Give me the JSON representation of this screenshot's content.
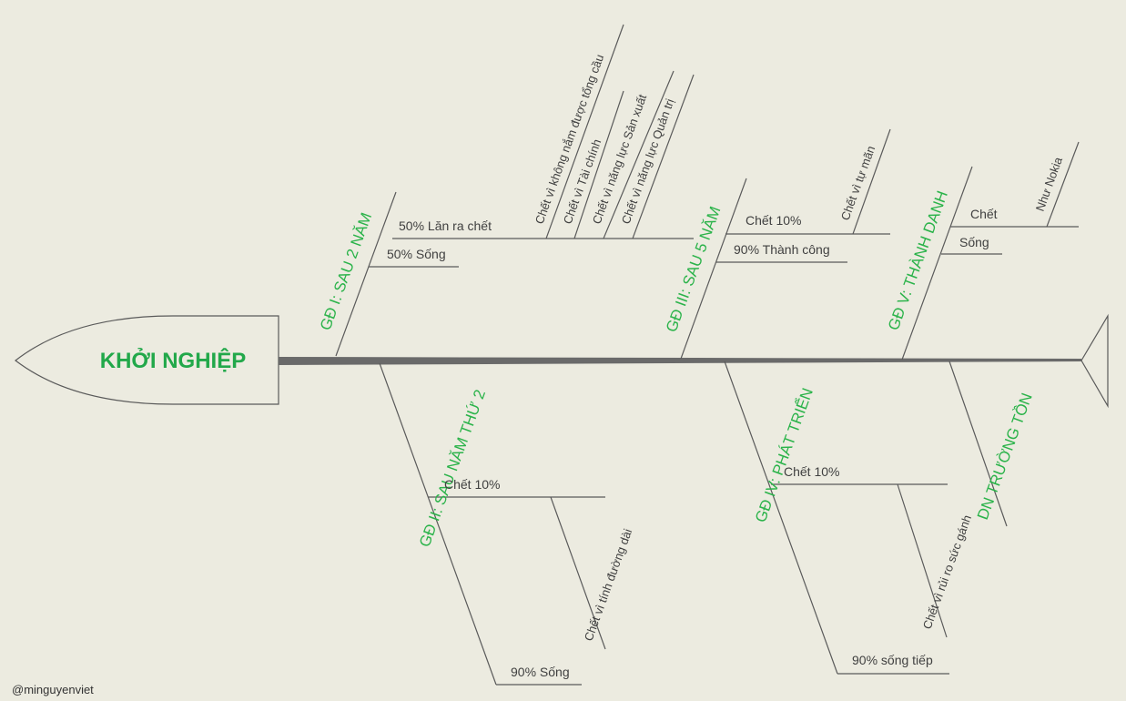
{
  "head_label": "KHỞI NGHIỆP",
  "stage1": {
    "title": "GĐ I: SAU 2 NĂM",
    "dead": "50% Lăn ra chết",
    "alive": "50% Sống",
    "causes": [
      "Chết vì không nắm được tổng cầu",
      "Chết vì Tài chính",
      "Chết vì năng lực Sản xuất",
      "Chết vì năng lực Quản trị"
    ]
  },
  "stage2": {
    "title": "GĐ II: SAU NĂM THỨ 2",
    "dead": "Chết 10%",
    "cause": "Chết vì tính đường dài",
    "alive": "90% Sống"
  },
  "stage3": {
    "title": "GĐ III: SAU 5 NĂM",
    "dead": "Chết 10%",
    "cause": "Chết vì tự mãn",
    "alive": "90% Thành công"
  },
  "stage4": {
    "title": "GĐ IV: PHÁT TRIỂN",
    "dead": "Chết 10%",
    "cause": "Chết vì rủi ro sức gánh",
    "alive": "90% sống tiếp"
  },
  "stage5": {
    "title": "GĐ V: THÀNH DANH",
    "dead": "Chết",
    "alive": "Sống",
    "example": "Như Nokia"
  },
  "stage6": {
    "title": "DN TRƯỜNG TỒN"
  },
  "credit": "@minguyenviet"
}
